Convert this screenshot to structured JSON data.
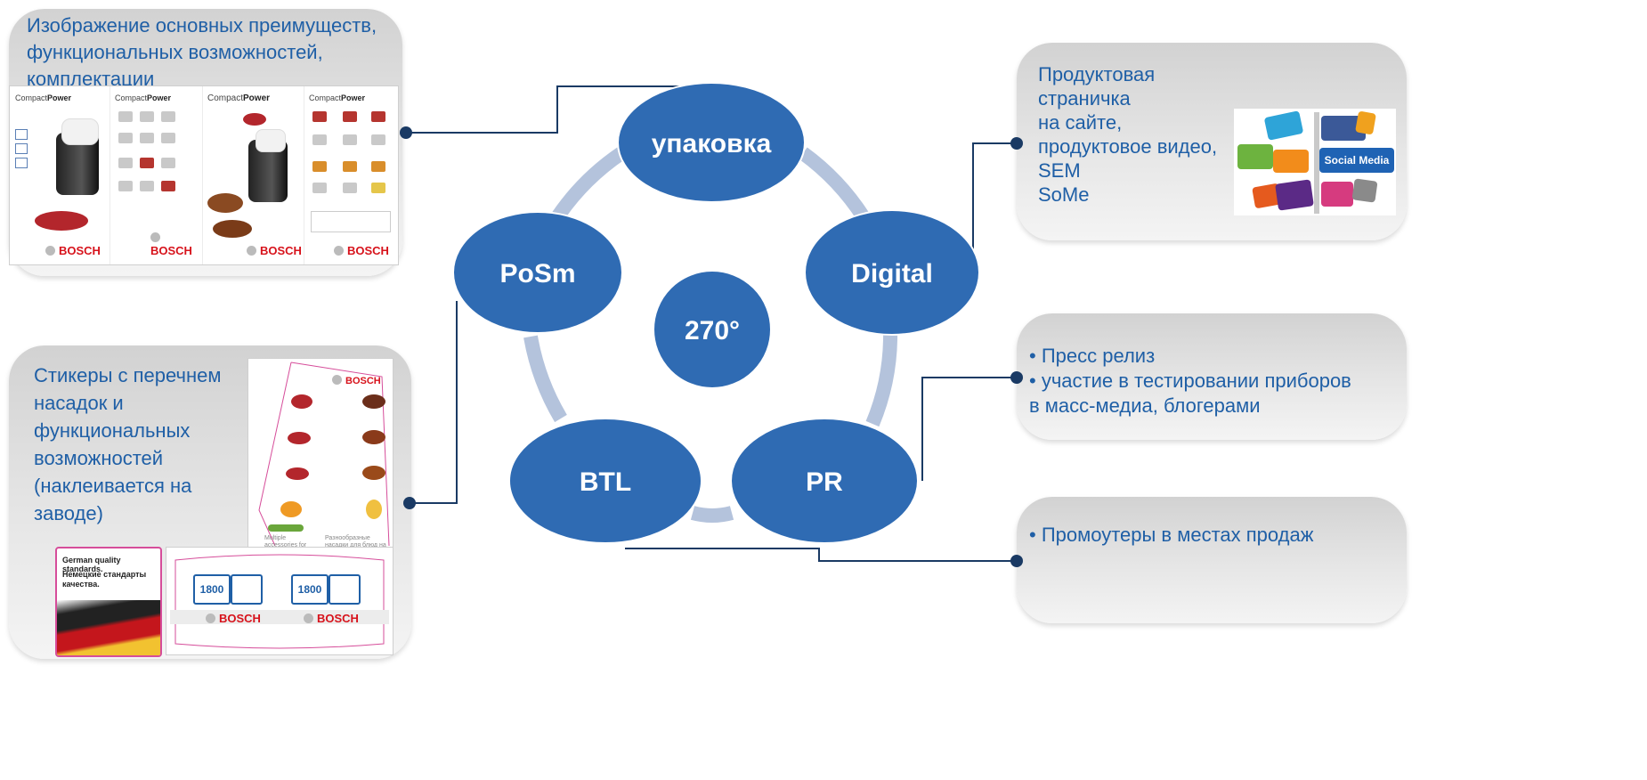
{
  "diagram": {
    "nodes": {
      "packaging": "упаковка",
      "digital": "Digital",
      "pr": "PR",
      "btl": "BTL",
      "posm": "PoSm",
      "center": "270°"
    },
    "boxes": {
      "packaging_desc": [
        "Изображение основных преимуществ,",
        "функциональных возможностей,",
        "комплектации"
      ],
      "stickers_desc": [
        "Стикеры с перечнем",
        "насадок и",
        "функциональных",
        "возможностей",
        "(наклеивается на",
        "заводе)"
      ],
      "digital_desc": [
        "Продуктовая страничка",
        "на сайте,",
        "продуктовое видео,",
        "SEM",
        "SoMe"
      ],
      "pr_desc": [
        "• Пресс релиз",
        "• участие в тестировании приборов",
        "в масс-медиа, блогерами"
      ],
      "btl_desc": [
        "• Промоутеры в местах продаж"
      ]
    }
  },
  "images": {
    "brand": "BOSCH",
    "product_series_prefix": "Compact",
    "product_series_suffix": "Power",
    "social_media_sign": "Social Media",
    "german_quality_en": "German quality standards.",
    "german_quality_ru": "Немецкие стандарты качества.",
    "sticker_caption_en": "Multiple accessories for varied dishes.",
    "sticker_caption_ru": "Разнообразные насадки для блюд на любой вкус.",
    "power_badge": "1800 W"
  },
  "colors": {
    "node_fill": "#2f6bb3",
    "ring": "#b4c3dc",
    "connector": "#1a3a64",
    "text_blue": "#1f5fa6",
    "bosch_red": "#d7121b"
  }
}
